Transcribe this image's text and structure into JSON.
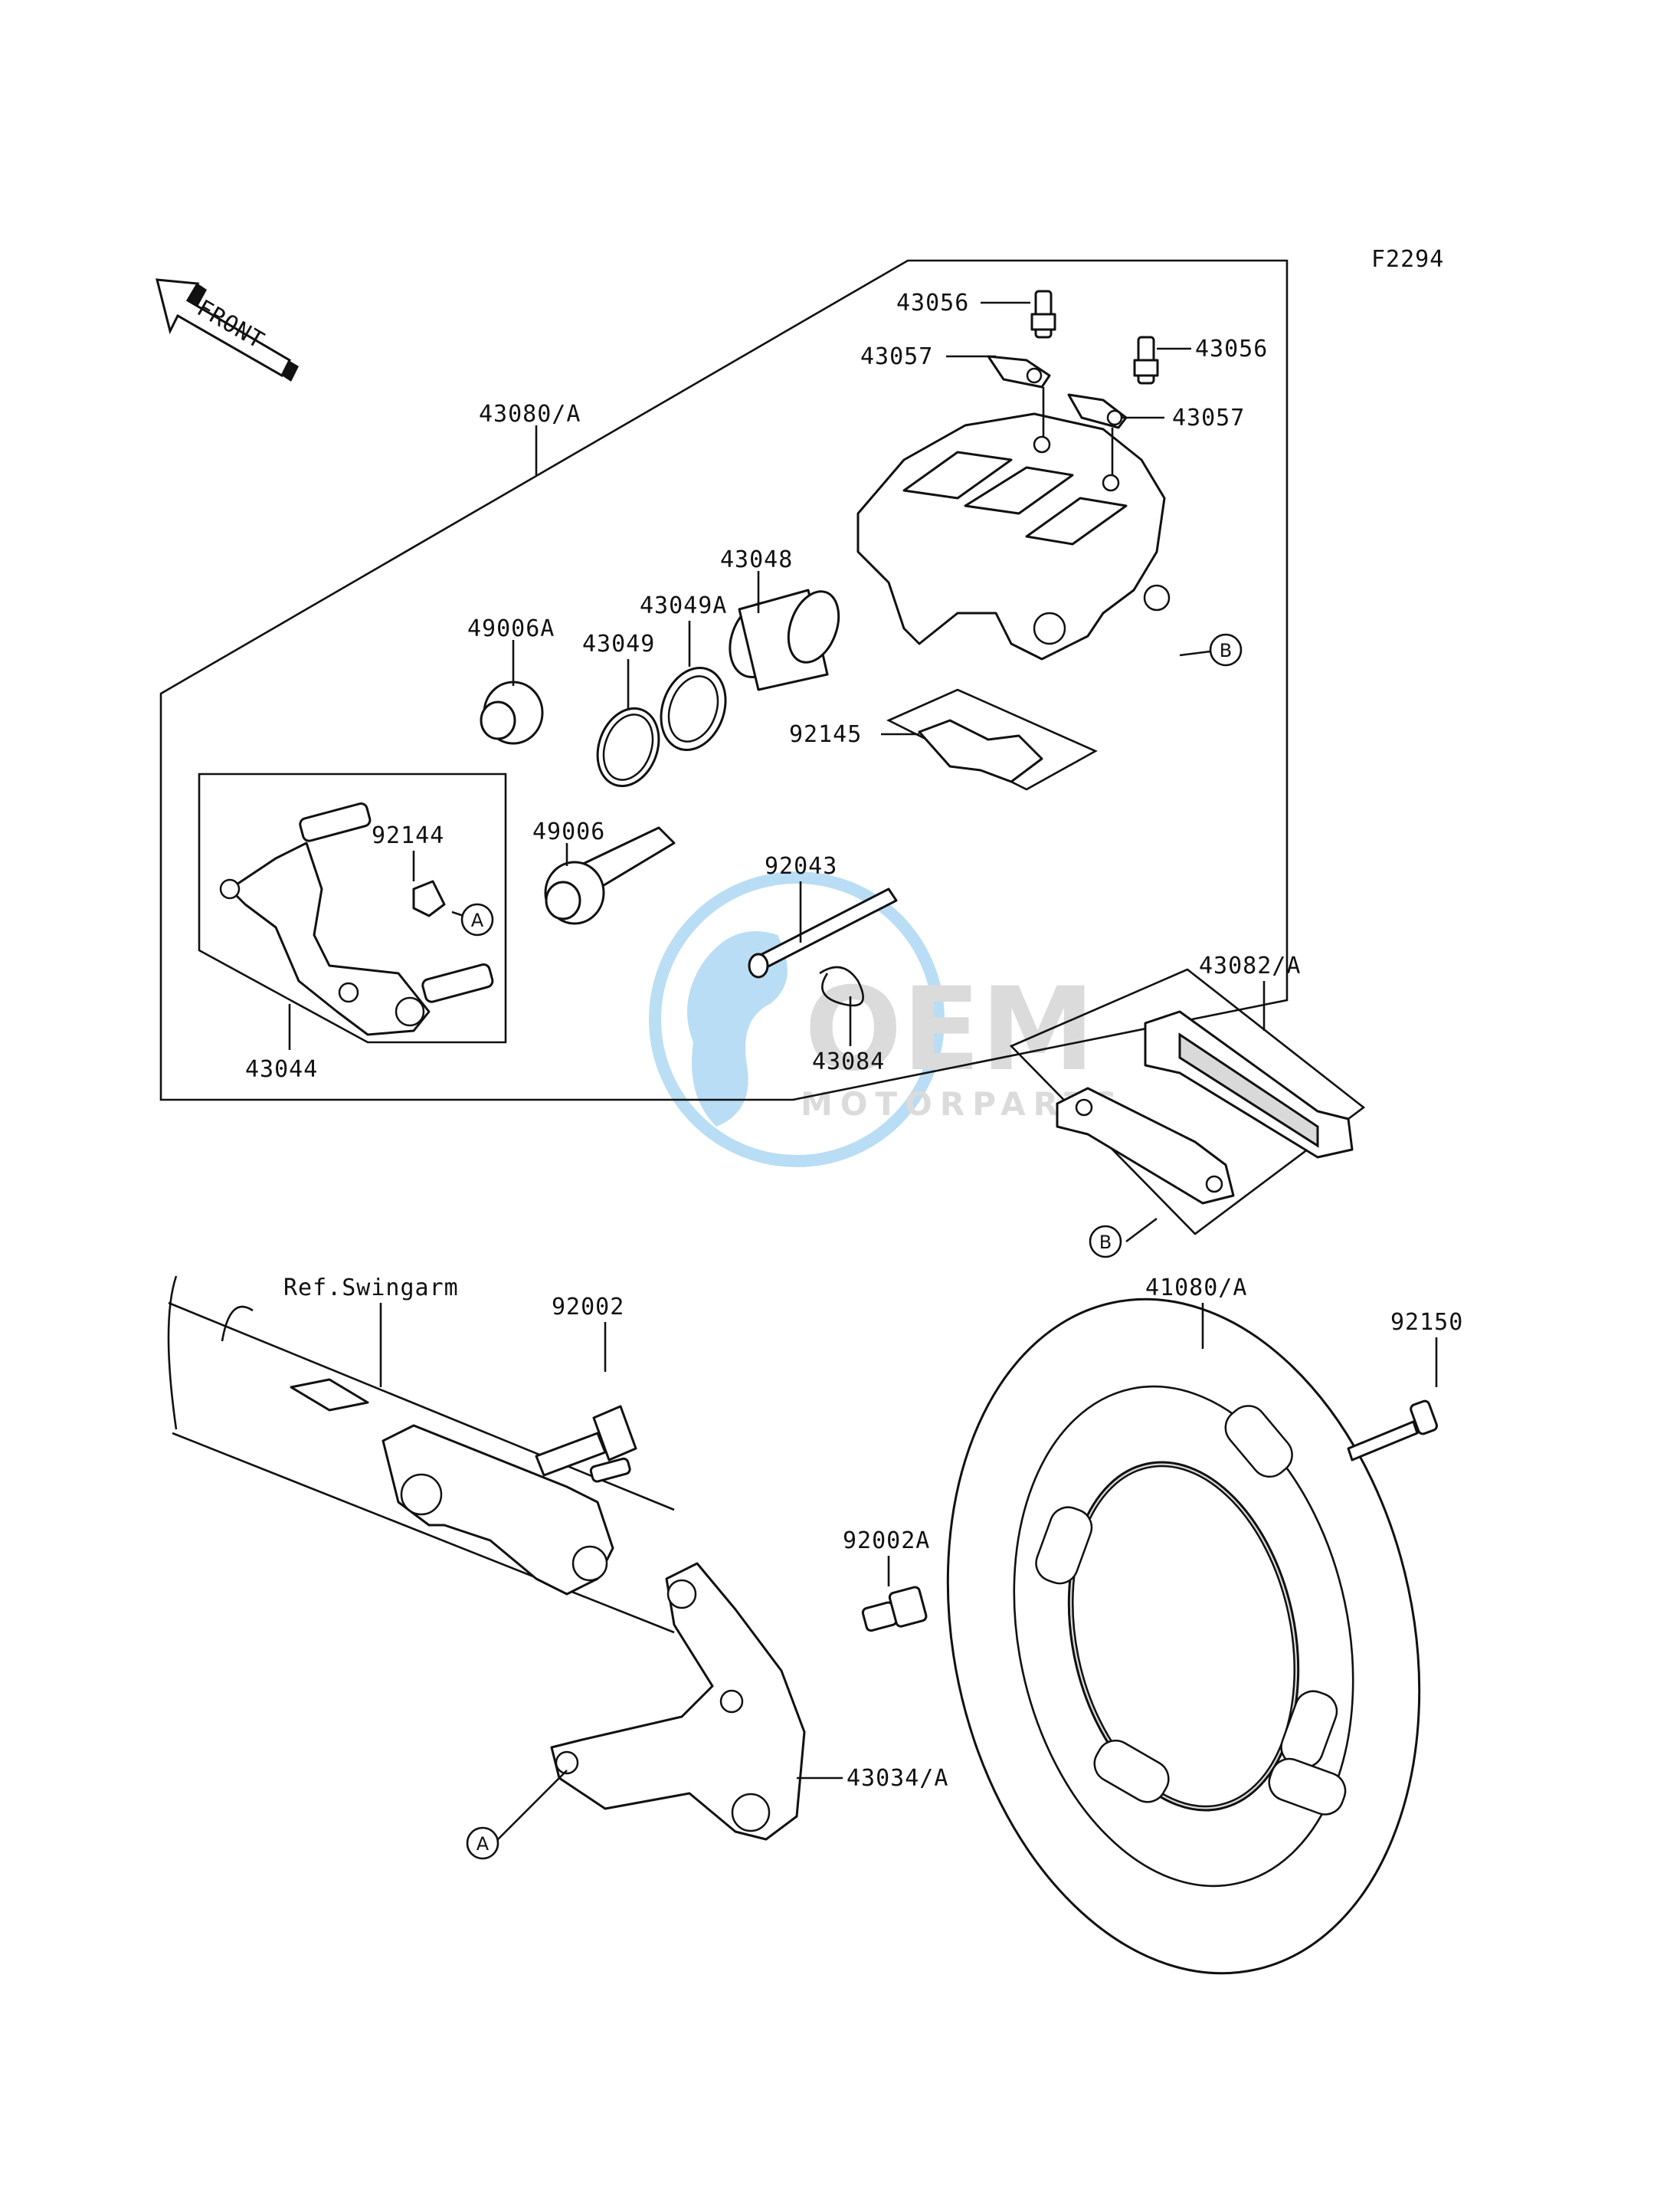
{
  "figure_code": "F2294",
  "front_arrow_label": "FRONT",
  "reference_note": "Ref.Swingarm",
  "watermark": {
    "brand": "OEM",
    "sub": "MOTORPARTS",
    "color": "#3aa0e0"
  },
  "part_labels": {
    "p43056a": "43056",
    "p43056b": "43056",
    "p43057a": "43057",
    "p43057b": "43057",
    "p43080": "43080/A",
    "p43048": "43048",
    "p43049A": "43049A",
    "p43049": "43049",
    "p49006A": "49006A",
    "p92145": "92145",
    "p92144": "92144",
    "p49006": "49006",
    "p92043": "92043",
    "p43084": "43084",
    "p43044": "43044",
    "p43082": "43082/A",
    "p92002": "92002",
    "p41080": "41080/A",
    "p92150": "92150",
    "p92002A": "92002A",
    "p43034": "43034/A"
  },
  "callouts": {
    "A": "A",
    "B": "B"
  }
}
